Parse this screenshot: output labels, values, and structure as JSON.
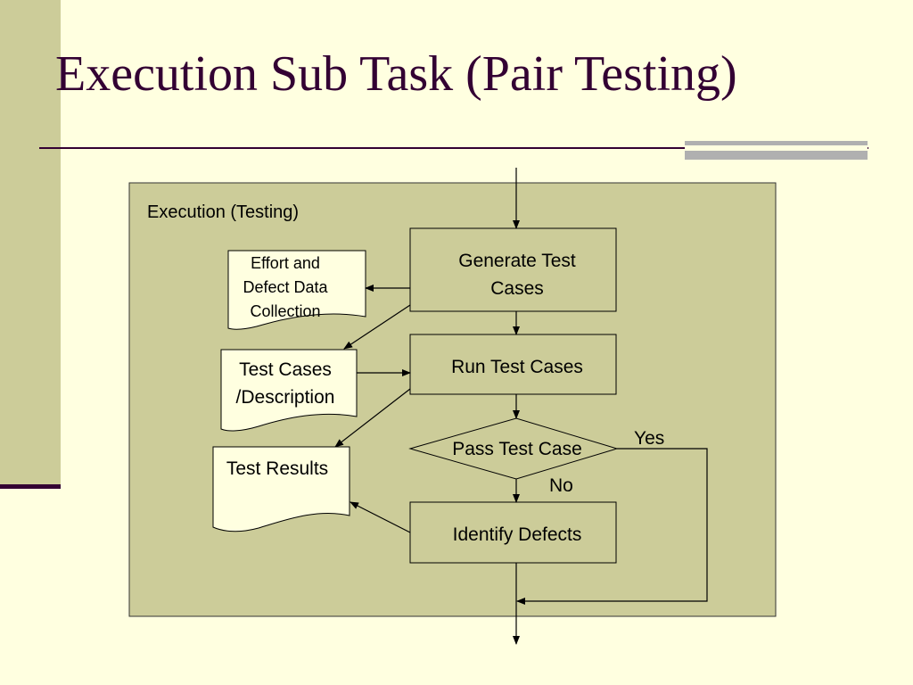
{
  "slide": {
    "title": "Execution Sub Task (Pair Testing)"
  },
  "diagram": {
    "container_label": "Execution (Testing)",
    "process_generate": [
      "Generate Test",
      "Cases"
    ],
    "process_run": "Run Test Cases",
    "decision_pass": "Pass Test Case",
    "process_identify": "Identify Defects",
    "doc_effort": [
      "Effort and",
      "Defect Data",
      "Collection"
    ],
    "doc_test_cases": [
      "Test Cases",
      "/Description"
    ],
    "doc_results": "Test Results",
    "label_yes": "Yes",
    "label_no": "No"
  },
  "colors": {
    "background": "#ffffe0",
    "panel": "#cccc99",
    "title": "#330033",
    "accent": "#b0b0b0"
  }
}
